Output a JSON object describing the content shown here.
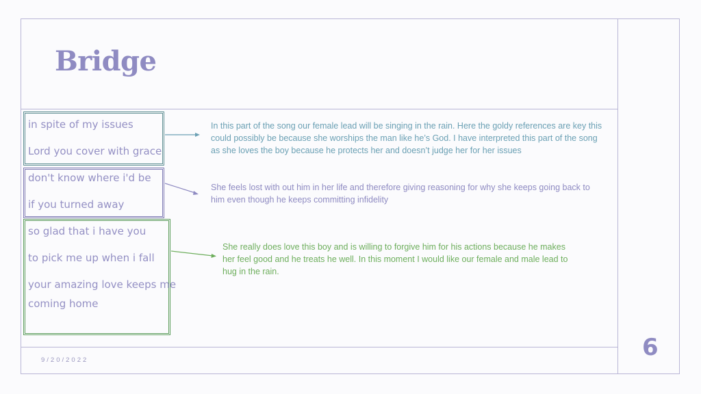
{
  "slide": {
    "title": "Bridge",
    "date": "9/20/2022",
    "page_number": "6"
  },
  "lyrics": {
    "group1": [
      "in spite of my issues",
      "Lord you cover with grace"
    ],
    "group2": [
      "don't know where i'd be",
      "if you turned away"
    ],
    "group3": [
      "so glad that i have you",
      "to pick me up when i fall",
      "your amazing love keeps me",
      "coming home"
    ]
  },
  "notes": {
    "teal": "In this part of the song our female lead will be singing in the rain. Here the goldy references are key this could possibly be because she worships the man like he’s God. I have interpreted this part of the song as she loves the boy because he protects her and doesn’t judge her for her issues",
    "purple": "She feels lost with out him in her life and therefore giving reasoning for why she keeps going back to him even though he keeps committing infidelity",
    "green": "She really does love this boy and is willing to forgive him for his actions because he makes her feel good and he treats he well. In this moment I would like our female and male lead to hug in the rain."
  },
  "colors": {
    "teal": "#6ba0b4",
    "purple": "#8f8bc2",
    "green": "#6dae5c"
  }
}
